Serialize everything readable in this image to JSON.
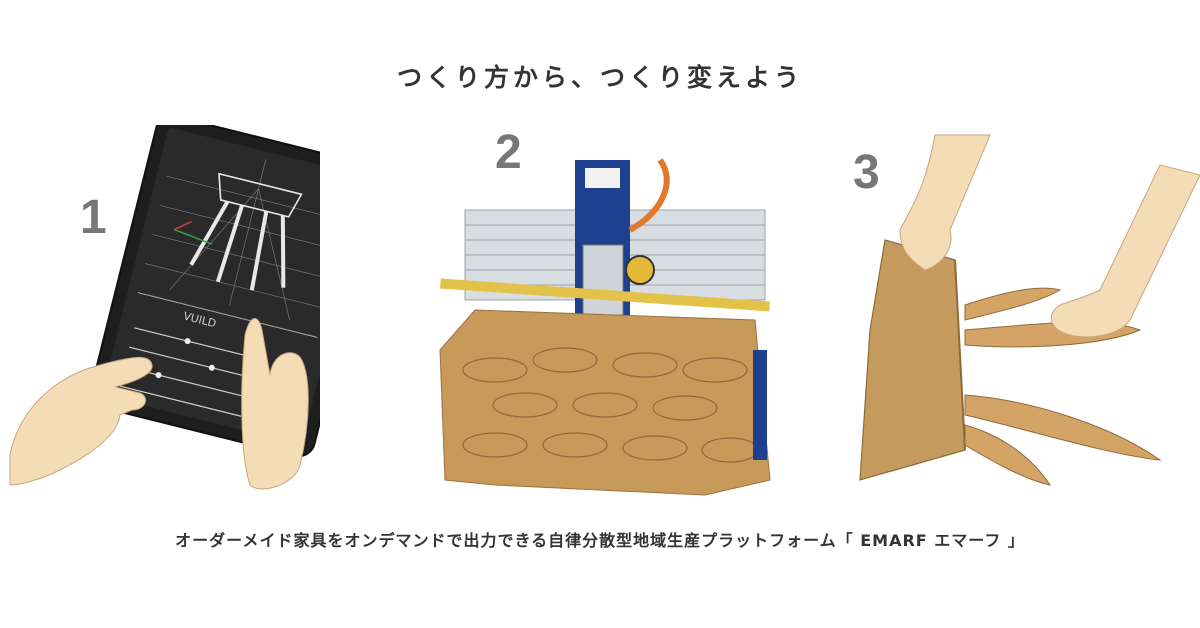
{
  "headline": "つくり方から、つくり変えよう",
  "steps": [
    {
      "number": "1",
      "illustration": "tablet-design-icon"
    },
    {
      "number": "2",
      "illustration": "cnc-router-icon"
    },
    {
      "number": "3",
      "illustration": "stool-assembly-icon"
    }
  ],
  "tablet_logo_text": "VUILD",
  "tagline": "オーダーメイド家具をオンデマンドで出力できる自律分散型地域生産プラットフォーム「 EMARF エマーフ 」",
  "colors": {
    "text": "#333333",
    "number": "#777777",
    "wood": "#c89a5a",
    "skin": "#f3dcb6",
    "tablet": "#1e1e1e",
    "cnc_blue": "#1f3f8f",
    "cnc_orange": "#e07a2a"
  }
}
